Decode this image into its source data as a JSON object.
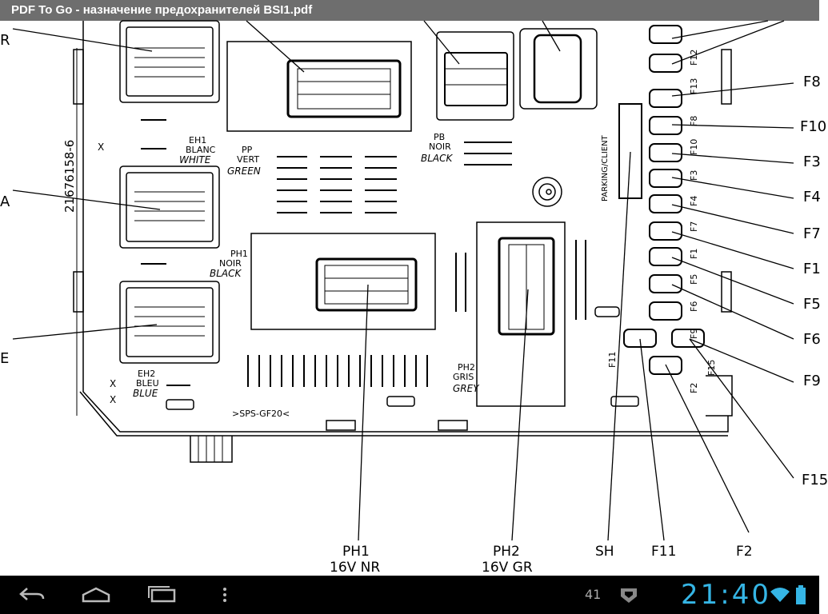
{
  "window": {
    "title": "PDF To Go - назначение предохранителей BSI1.pdf"
  },
  "diagram": {
    "connectors": {
      "eh1": {
        "code": "EH1",
        "fr": "BLANC",
        "en": "WHITE"
      },
      "eh2": {
        "code": "EH2",
        "fr": "BLEU",
        "en": "BLUE"
      },
      "pp": {
        "code": "PP",
        "fr": "VERT",
        "en": "GREEN"
      },
      "pb": {
        "code": "PB",
        "fr": "NOIR",
        "en": "BLACK"
      },
      "ph1": {
        "code": "PH1",
        "fr": "NOIR",
        "en": "BLACK"
      },
      "ph2": {
        "code": "PH2",
        "fr": "GRIS",
        "en": "GREY"
      }
    },
    "part_number": "21676158-6",
    "marks": [
      "X",
      "X",
      "X"
    ],
    "sps": ">SPS-GF20<",
    "parking_label": "PARKING/CLIENT",
    "fuses": [
      "F12",
      "F13",
      "F8",
      "F10",
      "F3",
      "F4",
      "F7",
      "F1",
      "F5",
      "F6",
      "F9",
      "F11",
      "F15",
      "F2"
    ],
    "right_callouts": [
      "F8",
      "F10",
      "F3",
      "F4",
      "F7",
      "F1",
      "F5",
      "F6",
      "F9",
      "F15"
    ],
    "left_callouts": [
      "R",
      "A",
      "E"
    ],
    "bottom_callouts": [
      {
        "name": "PH1",
        "sub": "16V NR"
      },
      {
        "name": "PH2",
        "sub": "16V GR"
      },
      {
        "name": "SH",
        "sub": ""
      },
      {
        "name": "F11",
        "sub": ""
      },
      {
        "name": "F2",
        "sub": ""
      }
    ]
  },
  "statusbar": {
    "notification_count": "41",
    "time": "21:40",
    "accent": "#35b5e5"
  },
  "navbar": {
    "icons": [
      "back-icon",
      "home-icon",
      "recent-apps-icon",
      "menu-icon"
    ]
  }
}
